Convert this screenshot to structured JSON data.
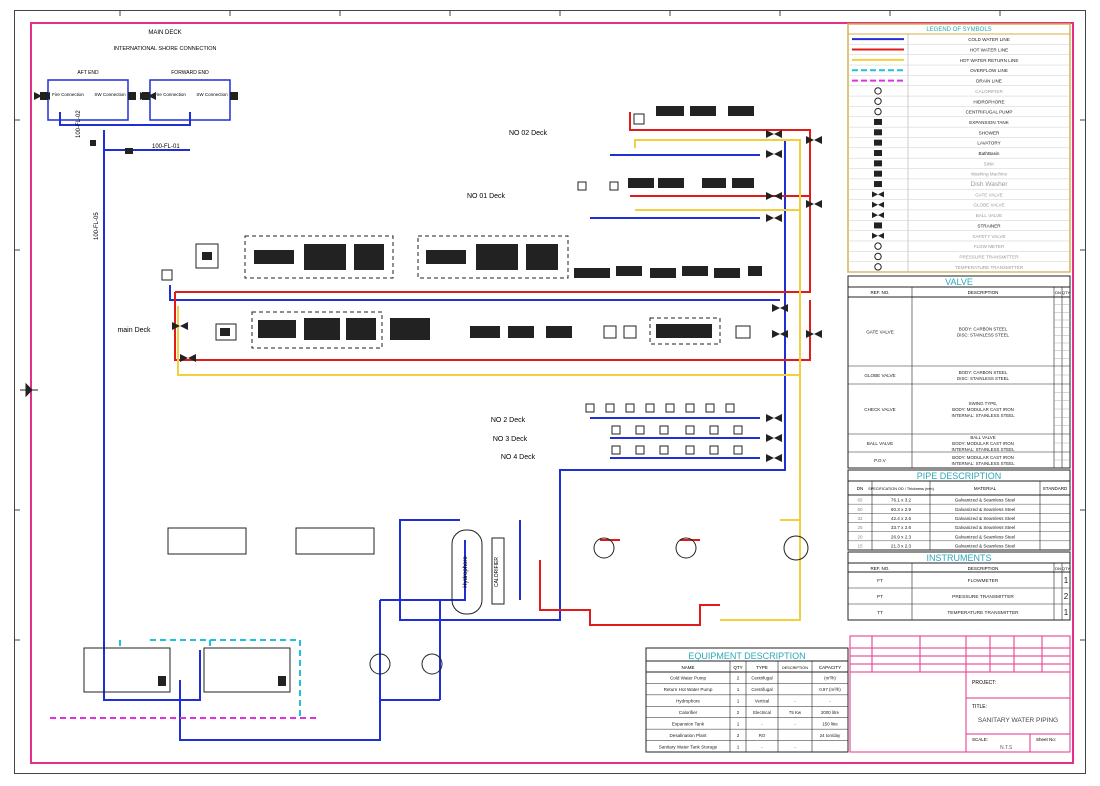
{
  "header": {
    "title": "MAIN DECK",
    "sub1": "INTERNATIONAL SHORE CONNECTION",
    "aft_end": "AFT END",
    "forward_end": "FORWARD END",
    "fire_conn": "Fire Connection",
    "sw_conn": "SW Connection"
  },
  "pipe_tags": {
    "fl02": "100-FL-02",
    "fl01": "100-FL-01",
    "fl05": "100-FL-05"
  },
  "decks": {
    "no02": "NO 02 Deck",
    "no01": "NO 01 Deck",
    "main": "main Deck",
    "no2": "NO 2 Deck",
    "no3": "NO 3 Deck",
    "no4": "NO 4 Deck"
  },
  "equipment_labels": {
    "hydrophore": "Hydrophore",
    "calorifier": "CALORIFIER"
  },
  "legend": {
    "title": "LEGEND OF SYMBOLS",
    "items": [
      {
        "label": "COLD WATER LINE",
        "symbol": "line-blue"
      },
      {
        "label": "HOT WATER LINE",
        "symbol": "line-red"
      },
      {
        "label": "HOT WATER RETURN LINE",
        "symbol": "line-yellow"
      },
      {
        "label": "OVERFLOW LINE",
        "symbol": "line-cyan-dash"
      },
      {
        "label": "DRAIN LINE",
        "symbol": "line-magenta-dash"
      },
      {
        "label": "CALORIFIER",
        "symbol": "calorifier-icon"
      },
      {
        "label": "HIDROPHORE",
        "symbol": "hydrophore-icon"
      },
      {
        "label": "CENTRIFUGAL PUMP",
        "symbol": "pump-icon"
      },
      {
        "label": "EXPANSION TANK",
        "symbol": "tank-icon"
      },
      {
        "label": "SHOWER",
        "symbol": "shower-icon"
      },
      {
        "label": "LAVATORY",
        "symbol": "lavatory-icon"
      },
      {
        "label": "BathBasin",
        "symbol": "basin-icon"
      },
      {
        "label": "SINK",
        "symbol": "sink-icon"
      },
      {
        "label": "Washing Machine",
        "symbol": "washer-icon"
      },
      {
        "label": "Dish Washer",
        "symbol": "dishwasher-icon"
      },
      {
        "label": "GATE VALVE",
        "symbol": "gate-valve-icon"
      },
      {
        "label": "GLOBE VALVE",
        "symbol": "globe-valve-icon"
      },
      {
        "label": "BALL VALVE",
        "symbol": "ball-valve-icon"
      },
      {
        "label": "STRAINER",
        "symbol": "strainer-icon"
      },
      {
        "label": "SAFETY VALVE",
        "symbol": "safety-valve-icon"
      },
      {
        "label": "FLOW METER",
        "symbol": "flow-meter-icon"
      },
      {
        "label": "PRESSURE TRANSMITTER",
        "symbol": "pt-icon"
      },
      {
        "label": "TEMPERATURE TRANSMITTER",
        "symbol": "tt-icon"
      }
    ]
  },
  "valve": {
    "title": "VALVE",
    "headers": [
      "REF. NO.",
      "DESCRIPTION",
      "DN",
      "QTY"
    ],
    "rows": [
      {
        "ref": "GATE VALVE",
        "desc": "BODY: CARBON STEEL\nDISC: STAINLESS STEEL"
      },
      {
        "ref": "GLOBE VALVE",
        "desc": "BODY: CARBON STEEL\nDISC: STAINLESS STEEL"
      },
      {
        "ref": "CHECK VALVE",
        "desc": "SWING TYPE,\nBODY: MODULAR CAST IRON\nINTERNAL: STAINLESS STEEL"
      },
      {
        "ref": "BALL VALVE",
        "desc": "BALL VALVE\nBODY: MODULAR CAST IRON\nINTERNAL: STAINLESS STEEL"
      },
      {
        "ref": "P.O.V",
        "desc": "BODY: MODULAR CAST IRON\nINTERNAL: STAINLESS STEEL"
      }
    ]
  },
  "pipe": {
    "title": "PIPE DESCRIPTION",
    "headers": [
      "DN",
      "SPECIFICATION\nOD / Thickness (mm)",
      "MATERIAL",
      "STANDARD"
    ],
    "rows": [
      {
        "dn": "65",
        "spec": "76.1 x 3.2",
        "material": "Galvanized & Seamless Steel"
      },
      {
        "dn": "50",
        "spec": "60.3 x 2.9",
        "material": "Galvanized & Seamless Steel"
      },
      {
        "dn": "32",
        "spec": "42.4 x 2.6",
        "material": "Galvanized & Seamless Steel"
      },
      {
        "dn": "25",
        "spec": "33.7 x 2.6",
        "material": "Galvanized & Seamless Steel"
      },
      {
        "dn": "20",
        "spec": "26.9 x 2.3",
        "material": "Galvanized & Seamless Steel"
      },
      {
        "dn": "15",
        "spec": "21.3 x 2.3",
        "material": "Galvanized & Seamless Steel"
      }
    ]
  },
  "instruments": {
    "title": "INSTRUMENTS",
    "headers": [
      "REF. NO.",
      "DESCRIPTION",
      "DN",
      "QTY"
    ],
    "rows": [
      {
        "ref": "FT",
        "desc": "FLOWMETER",
        "qty": "1"
      },
      {
        "ref": "PT",
        "desc": "PRESSURE TRANSMITTER",
        "qty": "2"
      },
      {
        "ref": "TT",
        "desc": "TEMPERATURE TRANSMITTER",
        "qty": "1"
      }
    ]
  },
  "equipment": {
    "title": "EQUIPMENT DESCRIPTION",
    "headers": [
      "NAME",
      "QTY",
      "TYPE",
      "DESCRIPTION",
      "CAPACITY"
    ],
    "rows": [
      {
        "name": "Cold Water Pump",
        "qty": "2",
        "type": "Centrifugal",
        "desc": "",
        "cap": "(m³/h)"
      },
      {
        "name": "Return Hot Water Pump",
        "qty": "1",
        "type": "Centrifugal",
        "desc": "",
        "cap": "0.97 (m³/h)"
      },
      {
        "name": "Hydrophore",
        "qty": "1",
        "type": "Vertical",
        "desc": "-",
        "cap": "-"
      },
      {
        "name": "Calorifier",
        "qty": "2",
        "type": "Electrical",
        "desc": "75 Kw",
        "cap": "2000 litre"
      },
      {
        "name": "Expansion Tank",
        "qty": "1",
        "type": "-",
        "desc": "-",
        "cap": "150 litre"
      },
      {
        "name": "Desalination Plant",
        "qty": "2",
        "type": "RO",
        "desc": "",
        "cap": "24 ton/day"
      },
      {
        "name": "Sanitary Water Tank Storage",
        "qty": "1",
        "type": "-",
        "desc": "-",
        "cap": ""
      }
    ]
  },
  "title_block": {
    "project_label": "PROJECT:",
    "title_label": "TITLE:",
    "title_value": "SANITARY WATER PIPING",
    "scale_label": "SCALE:",
    "scale_value": "N.T.S",
    "sheet_label": "Sheet No:"
  },
  "colors": {
    "cold": "#1f2fd6",
    "hot": "#e01b1b",
    "return": "#f0d040",
    "overflow": "#22c0e0",
    "drain": "#e030e0",
    "frame": "#e4308a",
    "table_title": "#2aa8b8",
    "legend_border": "#d4b24a"
  }
}
